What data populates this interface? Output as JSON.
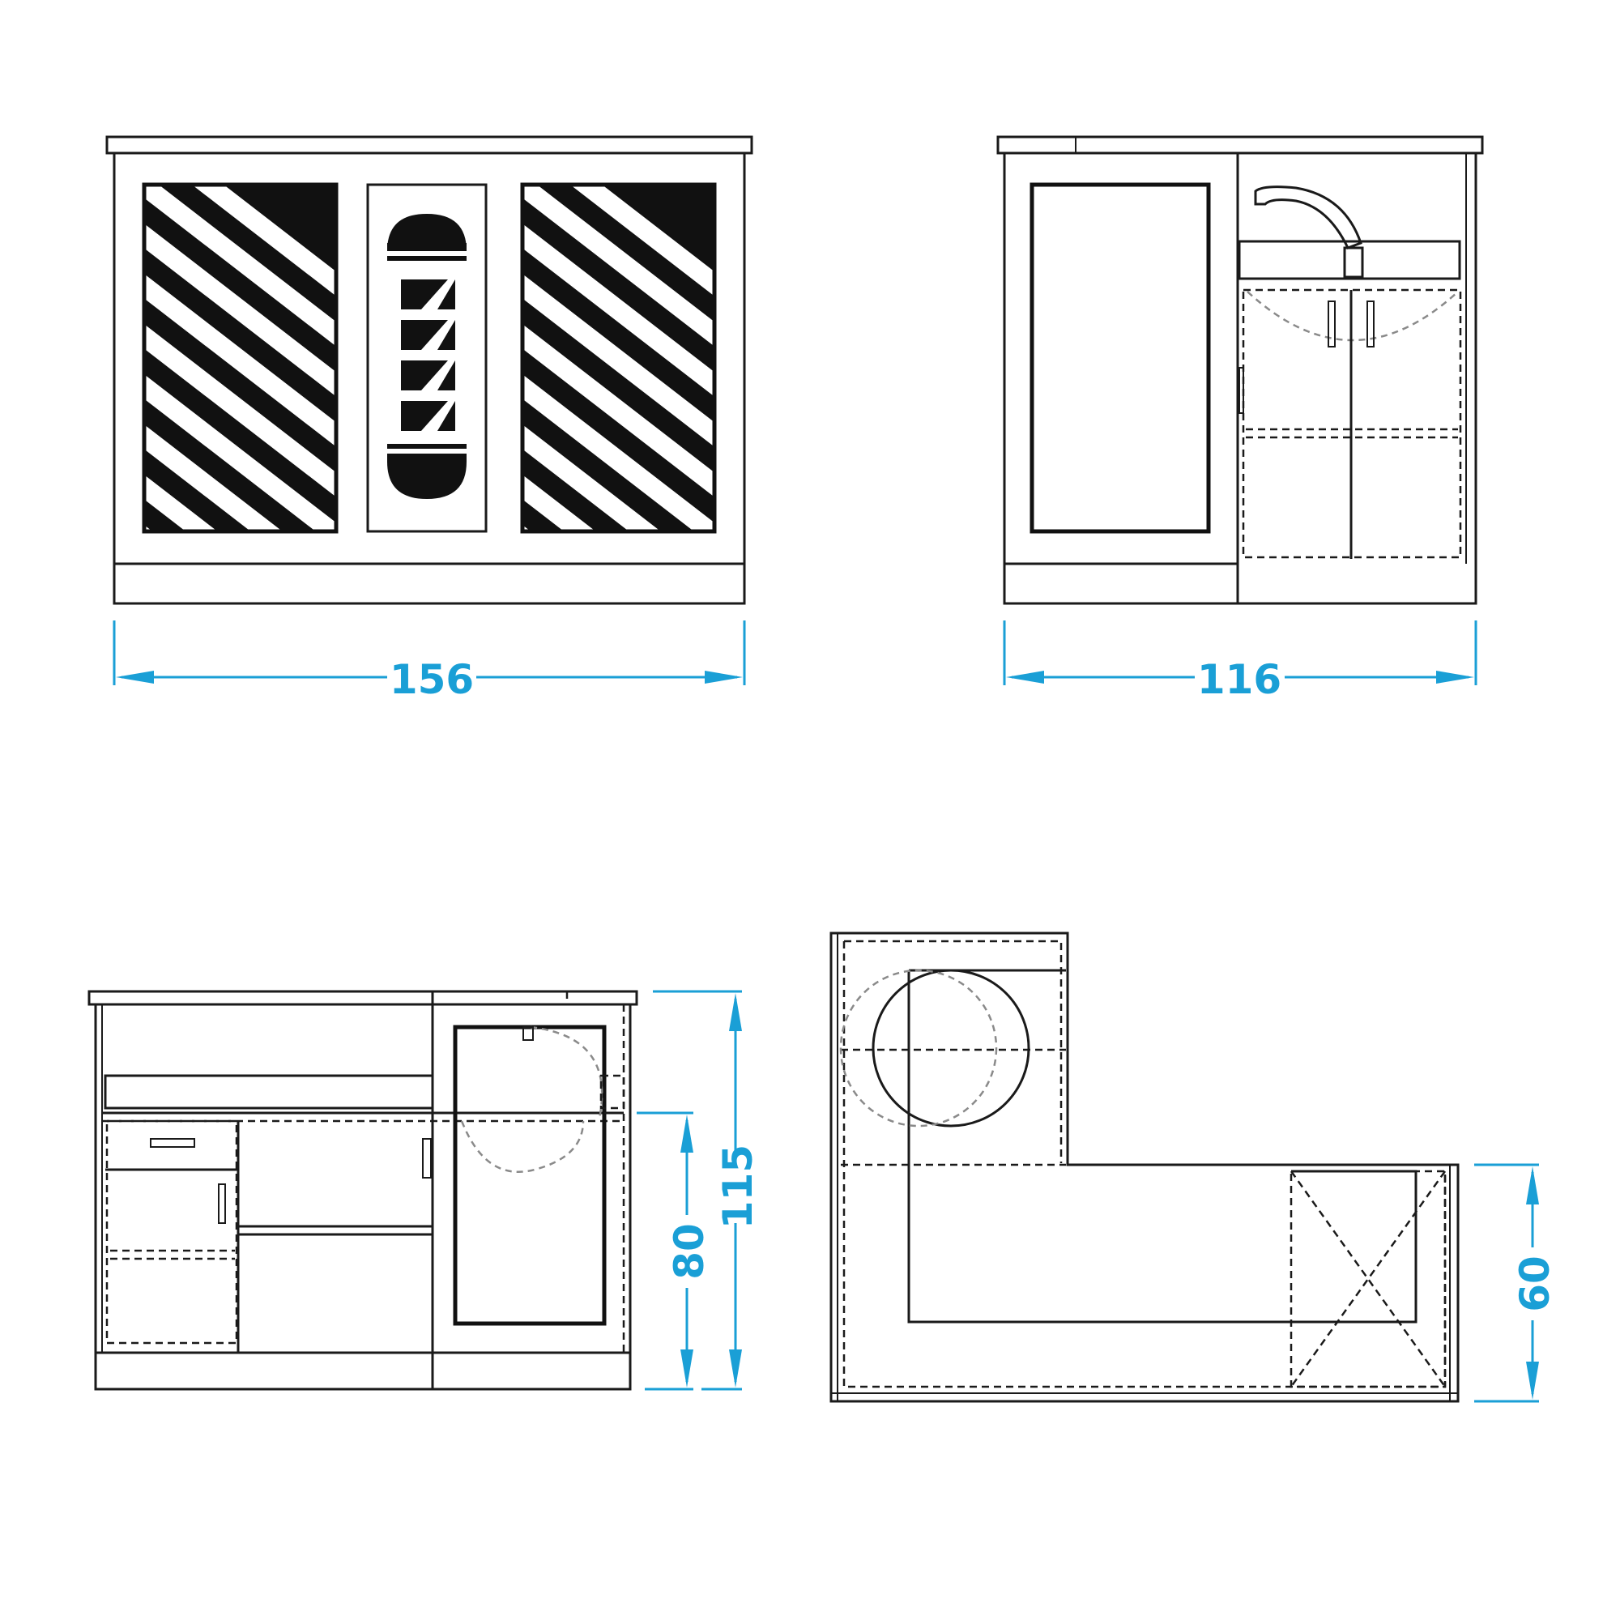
{
  "dimensions": {
    "front_width": "156",
    "side_width": "116",
    "total_height": "115",
    "counter_height": "80",
    "depth": "60"
  },
  "colors": {
    "line": "#1a1a1a",
    "dimension": "#1a9fd6",
    "background": "#ffffff"
  }
}
